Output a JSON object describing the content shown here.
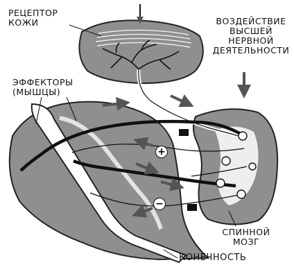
{
  "labels": {
    "receptor": "РЕЦЕПТОР\nКОЖИ",
    "higher_nervous_activity": "ВОЗДЕЙСТВИЕ\nВЫСШЕЙ\nНЕРВНОЙ\nДЕЯТЕЛЬНОСТИ",
    "effectors": "ЭФФЕКТОРЫ\n(МЫШЦЫ)",
    "spinal_cord": "СПИННОЙ\nМОЗГ",
    "limb": "КОНЕЧНОСТЬ"
  },
  "signs": {
    "excitation": "+",
    "inhibition": "−"
  },
  "colors": {
    "ink": "#111111",
    "tissue": "#8a8a8a",
    "paper": "#ffffff"
  }
}
